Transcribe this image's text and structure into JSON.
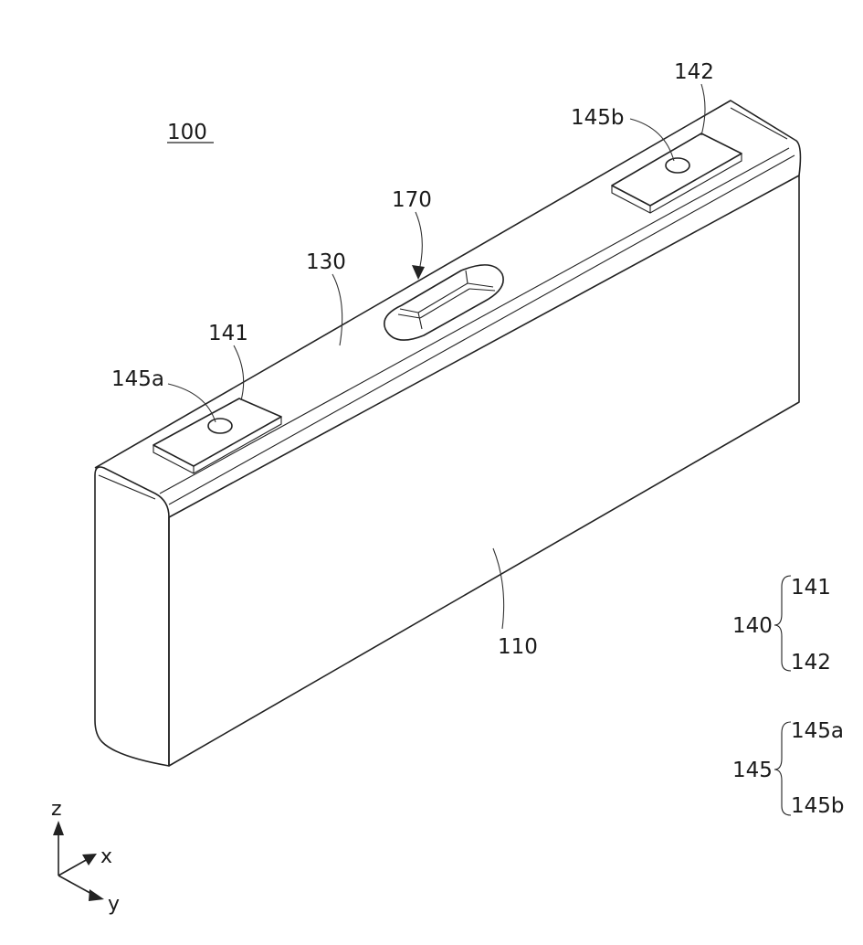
{
  "figure_label": "100",
  "parts": {
    "top_plate": "130",
    "case_face": "110",
    "vent": "170",
    "terminal_a": "141",
    "terminal_b": "142",
    "hole_a": "145a",
    "hole_b": "145b"
  },
  "legend": {
    "group_140": {
      "label": "140",
      "items": [
        "141",
        "142"
      ]
    },
    "group_145": {
      "label": "145",
      "items": [
        "145a",
        "145b"
      ]
    }
  },
  "axes": {
    "z": "z",
    "x": "x",
    "y": "y"
  },
  "colors": {
    "line": "#222222",
    "background": "#ffffff"
  }
}
